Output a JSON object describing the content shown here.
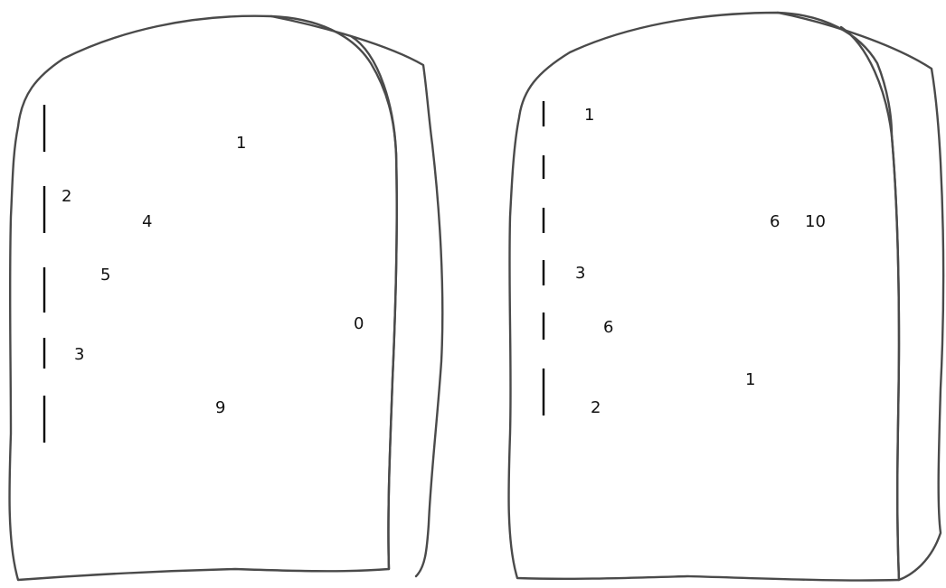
{
  "tablets": [
    {
      "id": "left",
      "numbers": [
        "1",
        "2",
        "4",
        "5",
        "0",
        "3",
        "9"
      ]
    },
    {
      "id": "right",
      "numbers": [
        "1",
        "6",
        "10",
        "3",
        "6",
        "1",
        "2"
      ]
    }
  ],
  "colors": {
    "outline": "#4a4a4a",
    "text": "#111111",
    "marks": "#000000"
  }
}
